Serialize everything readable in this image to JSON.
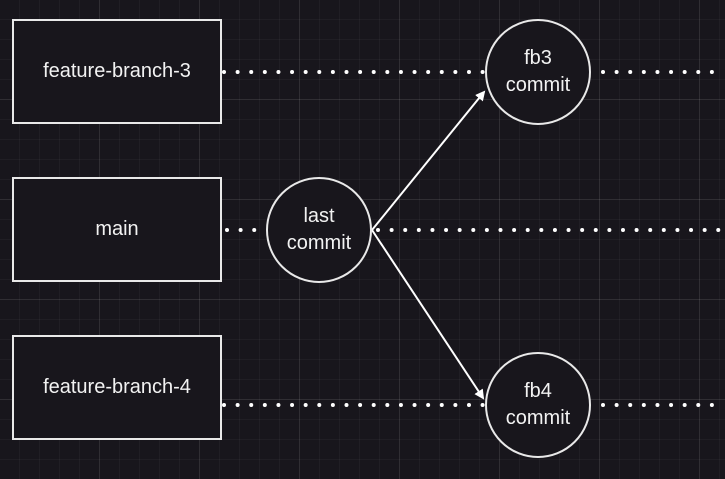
{
  "colors": {
    "background": "#18161c",
    "stroke": "#e9e9e9",
    "text": "#f2f2f2"
  },
  "branches": {
    "feature_branch_3": "feature-branch-3",
    "main": "main",
    "feature_branch_4": "feature-branch-4"
  },
  "commits": {
    "last": {
      "line1": "last",
      "line2": "commit"
    },
    "fb3": {
      "line1": "fb3",
      "line2": "commit"
    },
    "fb4": {
      "line1": "fb4",
      "line2": "commit"
    }
  }
}
